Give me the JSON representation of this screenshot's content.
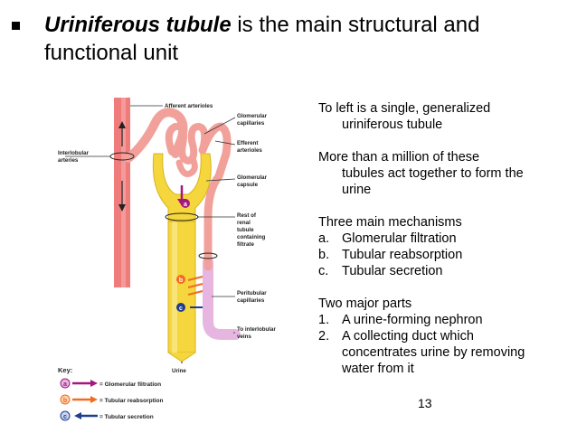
{
  "slide": {
    "heading": {
      "emphasis": "Uriniferous tubule",
      "rest": " is the main structural and functional unit"
    },
    "text": {
      "p1_line1": "To left is a single, generalized",
      "p1_line2": "uriniferous tubule",
      "p2_line1": "More than a million of these",
      "p2_line2": "tubules act together to form the",
      "p2_line3": "urine",
      "mech_title": "Three main mechanisms",
      "mechanisms": [
        {
          "marker": "a.",
          "text": "Glomerular filtration"
        },
        {
          "marker": "b.",
          "text": "Tubular reabsorption"
        },
        {
          "marker": "c.",
          "text": "Tubular secretion"
        }
      ],
      "parts_title": "Two major parts",
      "parts": [
        {
          "marker": "1.",
          "text": "A urine-forming nephron"
        },
        {
          "marker": "2.",
          "text": "A collecting duct which",
          "line2": "concentrates urine by removing",
          "line3": "water from it"
        }
      ]
    },
    "page_number": "13"
  },
  "diagram": {
    "labels": {
      "afferent": "Afferent arterioles",
      "glom_cap_1": "Glomerular",
      "glom_cap_2": "capillaries",
      "efferent_1": "Efferent",
      "efferent_2": "arterioles",
      "interlobular_1": "Interlobular",
      "interlobular_2": "arteries",
      "glom_caps_1": "Glomerular",
      "glom_caps_2": "capsule",
      "rest_1": "Rest of",
      "rest_2": "renal",
      "rest_3": "tubule",
      "rest_4": "containing",
      "rest_5": "filtrate",
      "peri_1": "Peritubular",
      "peri_2": "capillaries",
      "veins_1": "To interlobular",
      "veins_2": "veins",
      "urine": "Urine",
      "key_title": "Key:",
      "key_a": "= Glomerular filtration",
      "key_b": "= Tubular reabsorption",
      "key_c": "= Tubular secretion",
      "marker_a": "a",
      "marker_b": "b",
      "marker_c": "c"
    },
    "colors": {
      "artery": "#ef7b7b",
      "capillary": "#f2a19a",
      "tubule": "#f5d63c",
      "tubule_edge": "#d8b420",
      "peritubular": "#e6b6e0",
      "filtration": "#a4177f",
      "reabsorption": "#f26b21",
      "secretion": "#1e3d8f"
    }
  }
}
